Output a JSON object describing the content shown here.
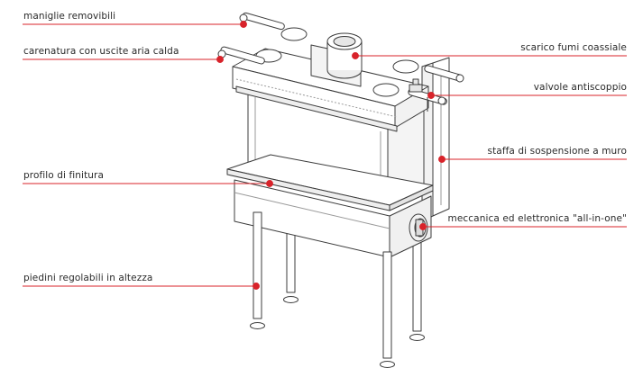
{
  "colors": {
    "callout": "#d8232a",
    "outline": "#3c3c3c",
    "outline_light": "#8a8a8a",
    "label": "#2a2a2a"
  },
  "callouts": [
    {
      "id": "maniglie",
      "text": "maniglie removibili"
    },
    {
      "id": "carenatura",
      "text": "carenatura con uscite aria calda"
    },
    {
      "id": "profilo",
      "text": "profilo di finitura"
    },
    {
      "id": "piedini",
      "text": "piedini regolabili in altezza"
    },
    {
      "id": "scarico",
      "text": "scarico fumi coassiale"
    },
    {
      "id": "valvole",
      "text": "valvole antiscoppio"
    },
    {
      "id": "staffa",
      "text": "staffa di sospensione a muro"
    },
    {
      "id": "meccanica",
      "text": "meccanica ed elettronica \"all-in-one\""
    }
  ]
}
